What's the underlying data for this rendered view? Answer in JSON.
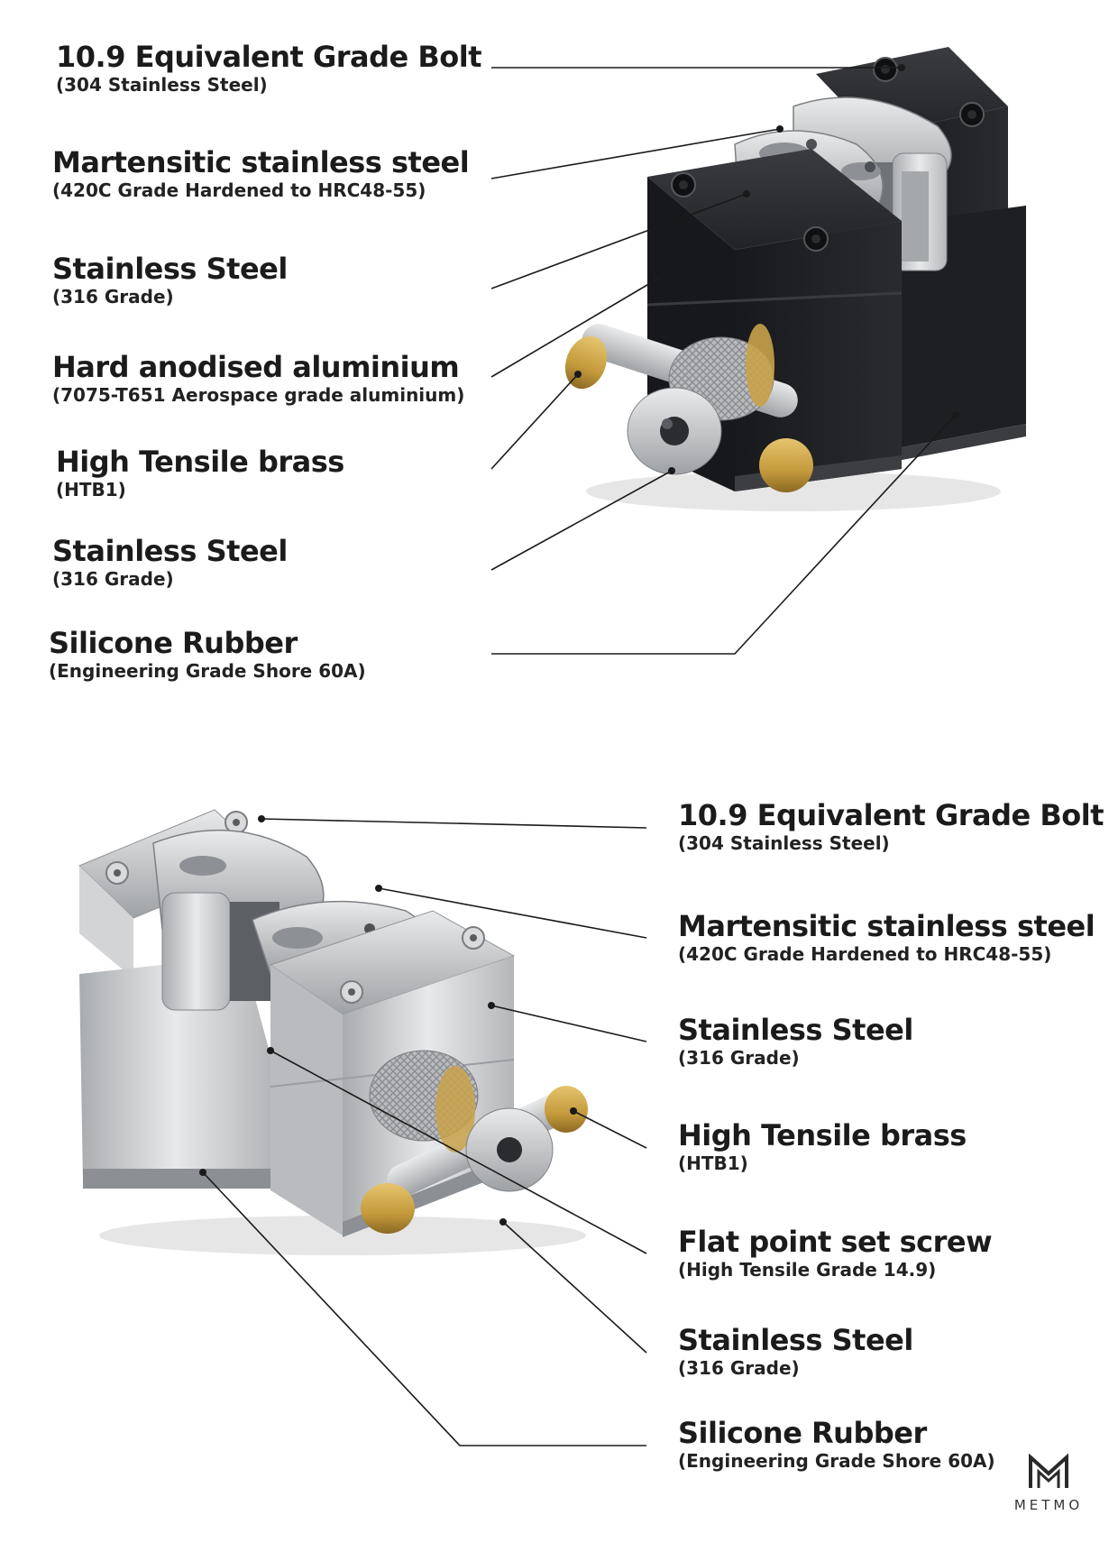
{
  "top_callouts": [
    {
      "name": "10.9 Equivalent Grade Bolt",
      "spec": "(304 Stainless Steel)"
    },
    {
      "name": "Martensitic stainless steel",
      "spec": "(420C Grade Hardened to HRC48-55)"
    },
    {
      "name": "Stainless Steel",
      "spec": "(316 Grade)"
    },
    {
      "name": "Hard anodised aluminium",
      "spec": "(7075-T651 Aerospace grade aluminium)"
    },
    {
      "name": "High Tensile brass",
      "spec": "(HTB1)"
    },
    {
      "name": "Stainless Steel",
      "spec": "(316 Grade)"
    },
    {
      "name": "Silicone Rubber",
      "spec": "(Engineering Grade Shore 60A)"
    }
  ],
  "bottom_callouts": [
    {
      "name": "10.9 Equivalent Grade Bolt",
      "spec": "(304 Stainless Steel)"
    },
    {
      "name": "Martensitic stainless steel",
      "spec": "(420C Grade Hardened to HRC48-55)"
    },
    {
      "name": "Stainless Steel",
      "spec": "(316 Grade)"
    },
    {
      "name": "High Tensile brass",
      "spec": "(HTB1)"
    },
    {
      "name": "Flat point set screw",
      "spec": "(High Tensile Grade 14.9)"
    },
    {
      "name": "Stainless Steel",
      "spec": "(316 Grade)"
    },
    {
      "name": "Silicone Rubber",
      "spec": "(Engineering Grade Shore 60A)"
    }
  ],
  "brand": {
    "wordmark": "METMO",
    "logo_icon": "metmo-m-logo-icon"
  },
  "colors": {
    "anodised_black": "#1c1d20",
    "stainless": "#c9cacb",
    "brass": "#c9a24a",
    "leader_line": "#1a1a1a"
  }
}
